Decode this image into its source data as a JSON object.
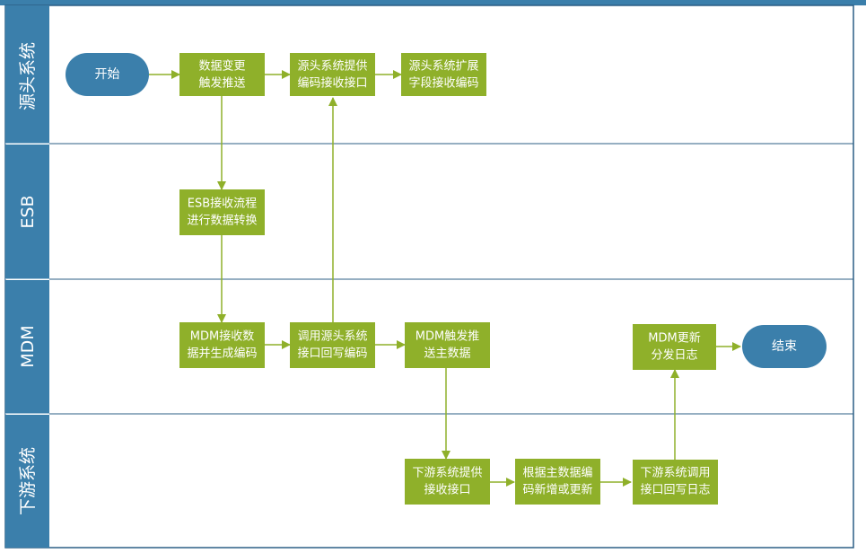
{
  "diagram": {
    "lanes": [
      {
        "id": "source",
        "label": "源头系统"
      },
      {
        "id": "esb",
        "label": "ESB"
      },
      {
        "id": "mdm",
        "label": "MDM"
      },
      {
        "id": "downstream",
        "label": "下游系统"
      }
    ],
    "nodes": {
      "start": {
        "lines": [
          "开始"
        ]
      },
      "data_change": {
        "lines": [
          "数据变更",
          "触发推送"
        ]
      },
      "src_provide": {
        "lines": [
          "源头系统提供",
          "编码接收接口"
        ]
      },
      "src_extend": {
        "lines": [
          "源头系统扩展",
          "字段接收编码"
        ]
      },
      "esb_flow": {
        "lines": [
          "ESB接收流程",
          "进行数据转换"
        ]
      },
      "mdm_receive": {
        "lines": [
          "MDM接收数",
          "据并生成编码"
        ]
      },
      "call_src": {
        "lines": [
          "调用源头系统",
          "接口回写编码"
        ]
      },
      "mdm_push": {
        "lines": [
          "MDM触发推",
          "送主数据"
        ]
      },
      "mdm_log": {
        "lines": [
          "MDM更新",
          "分发日志"
        ]
      },
      "end": {
        "lines": [
          "结束"
        ]
      },
      "ds_provide": {
        "lines": [
          "下游系统提供",
          "接收接口"
        ]
      },
      "ds_update": {
        "lines": [
          "根据主数据编",
          "码新增或更新"
        ]
      },
      "ds_callback": {
        "lines": [
          "下游系统调用",
          "接口回写日志"
        ]
      }
    },
    "colors": {
      "lane_header": "#3b7fab",
      "lane_border": "#2c5f85",
      "process": "#8fb02a",
      "terminator": "#3b7fab",
      "arrow": "#8fb02a"
    }
  }
}
